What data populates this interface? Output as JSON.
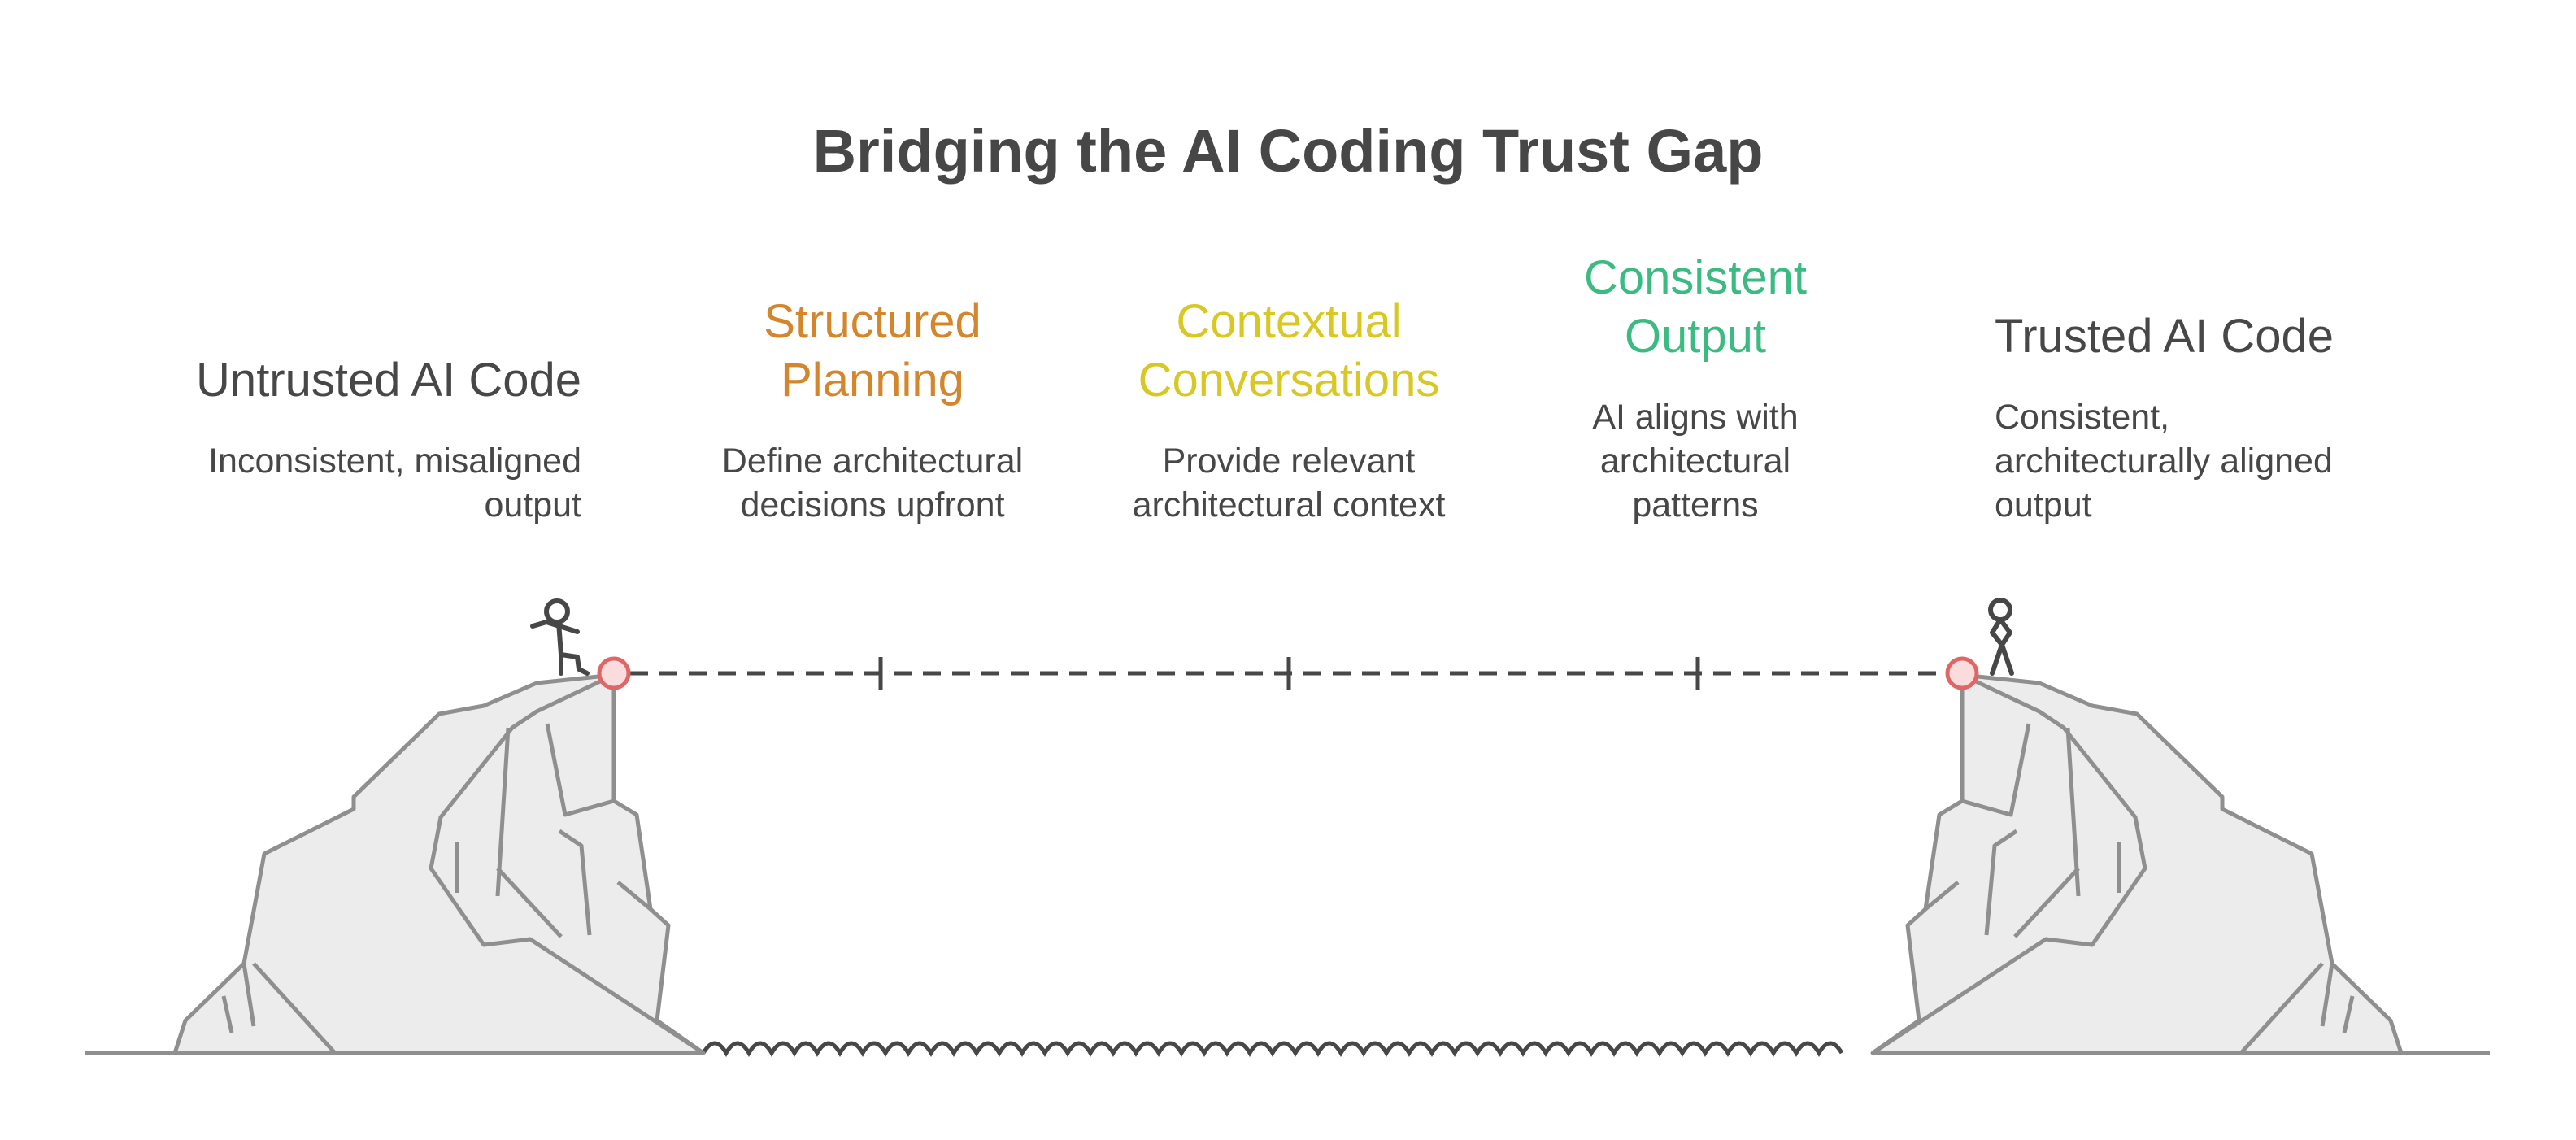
{
  "title": "Bridging the AI Coding Trust Gap",
  "start": {
    "heading": "Untrusted AI Code",
    "desc_lines": [
      "Inconsistent, misaligned",
      "output"
    ],
    "color": "#474747"
  },
  "end": {
    "heading": "Trusted AI Code",
    "desc_lines": [
      "Consistent,",
      "architecturally aligned",
      "output"
    ],
    "color": "#474747"
  },
  "steps": [
    {
      "heading_lines": [
        "Structured",
        "Planning"
      ],
      "desc_lines": [
        "Define architectural",
        "decisions upfront"
      ],
      "color": "#d4862c"
    },
    {
      "heading_lines": [
        "Contextual",
        "Conversations"
      ],
      "desc_lines": [
        "Provide relevant",
        "architectural context"
      ],
      "color": "#d9c823"
    },
    {
      "heading_lines": [
        "Consistent",
        "Output"
      ],
      "desc_lines": [
        "AI aligns with",
        "architectural",
        "patterns"
      ],
      "color": "#3bbb82"
    }
  ],
  "colors": {
    "text": "#474747",
    "rock_fill": "#ececec",
    "rock_stroke": "#8f8f8f",
    "anchor": "#e06666",
    "rope": "#474747"
  },
  "icons": {
    "left_figure": "stick-figure-walking-icon",
    "right_figure": "stick-figure-standing-icon"
  }
}
